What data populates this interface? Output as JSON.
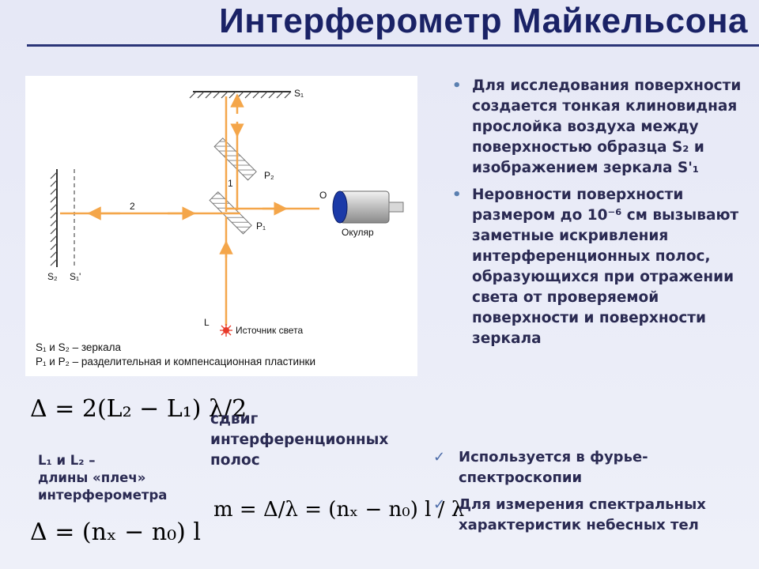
{
  "slide": {
    "title": "Интерферометр Майкельсона"
  },
  "diagram": {
    "labels": {
      "s1_top": "S₁",
      "p2": "P₂",
      "p1": "P₁",
      "beam1": "1",
      "beam2": "2",
      "o": "O",
      "eyepiece": "Окуляр",
      "s2": "S₂",
      "s1_prime": "S₁'",
      "l": "L",
      "source": "Источник света"
    },
    "legend_line1": "S₁ и S₂ – зеркала",
    "legend_line2": "P₁ и P₂ – разделительная и компенсационная пластинки"
  },
  "bullets": [
    "Для исследования поверхности создается тонкая клиновидная прослойка воздуха между поверхностью образца S₂ и изображением зеркала S'₁",
    "Неровности поверхности размером до 10⁻⁶ см вызывают заметные искривления интерференционных полос, образующихся при отражении света от проверяемой поверхности и поверхности зеркала"
  ],
  "formulas": {
    "delta_path": "Δ = 2(L₂ − L₁) λ/2",
    "delta_index": "Δ = (nₓ − n₀) l",
    "m_fringes": "m = Δ/λ = (nₓ − n₀) l / λ"
  },
  "caption": {
    "line1": "сдвиг",
    "line2": "интерференционных",
    "line3": "полос"
  },
  "lengths_note": {
    "line1": "L₁ и L₂ –",
    "line2": "длины «плеч»",
    "line3": "интерферометра"
  },
  "checks": [
    "Используется в фурье-спектроскопии",
    "Для измерения спектральных характеристик небесных тел"
  ],
  "colors": {
    "title": "#1a2266",
    "text": "#2a2a52",
    "beam": "#f4a64a",
    "bullet": "#5a7fb0"
  }
}
